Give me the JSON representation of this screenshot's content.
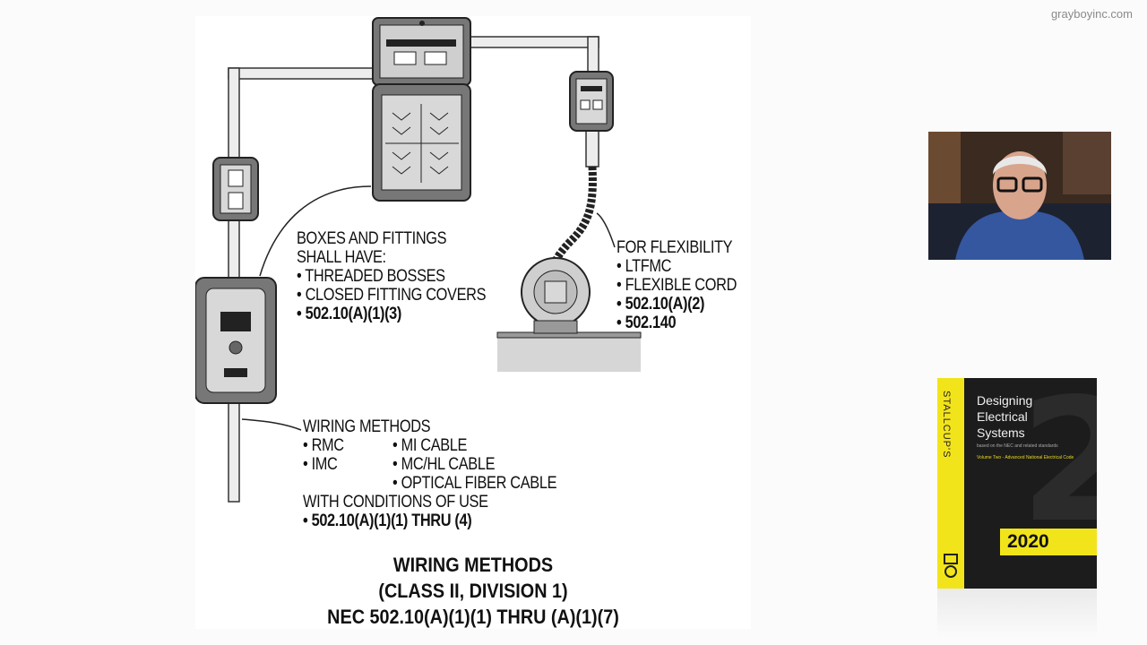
{
  "watermark": "grayboyinc.com",
  "diagram": {
    "boxes_note": {
      "heading_line1": "BOXES AND FITTINGS",
      "heading_line2": "SHALL HAVE:",
      "items": [
        "• THREADED BOSSES",
        "• CLOSED FITTING COVERS"
      ],
      "code": "• 502.10(A)(1)(3)"
    },
    "flex_note": {
      "heading": "FOR FLEXIBILITY",
      "items": [
        "• LTFMC",
        "• FLEXIBLE CORD"
      ],
      "codes": [
        "• 502.10(A)(2)",
        "• 502.140"
      ]
    },
    "wiring_note": {
      "heading": "WIRING METHODS",
      "col1": [
        "• RMC",
        "• IMC"
      ],
      "col2": [
        "• MI CABLE",
        "• MC/HL CABLE",
        "• OPTICAL FIBER CABLE"
      ],
      "conditions": "WITH CONDITIONS OF USE",
      "code": "• 502.10(A)(1)(1) THRU (4)"
    },
    "title": {
      "line1": "WIRING METHODS",
      "line2": "(CLASS II, DIVISION 1)",
      "line3": "NEC 502.10(A)(1)(1) THRU (A)(1)(7)"
    }
  },
  "book": {
    "spine": "STALLCUP'S",
    "title": "Designing Electrical Systems",
    "title_lines": [
      "Designing",
      "Electrical",
      "Systems"
    ],
    "subtitle": "based on the NEC and related standards",
    "volume": "Volume Two - Advanced National Electrical Code",
    "year": "2020"
  },
  "colors": {
    "conduit": "#e9e9e9",
    "box": "#6e6e6e",
    "book_accent": "#f2e41a"
  }
}
